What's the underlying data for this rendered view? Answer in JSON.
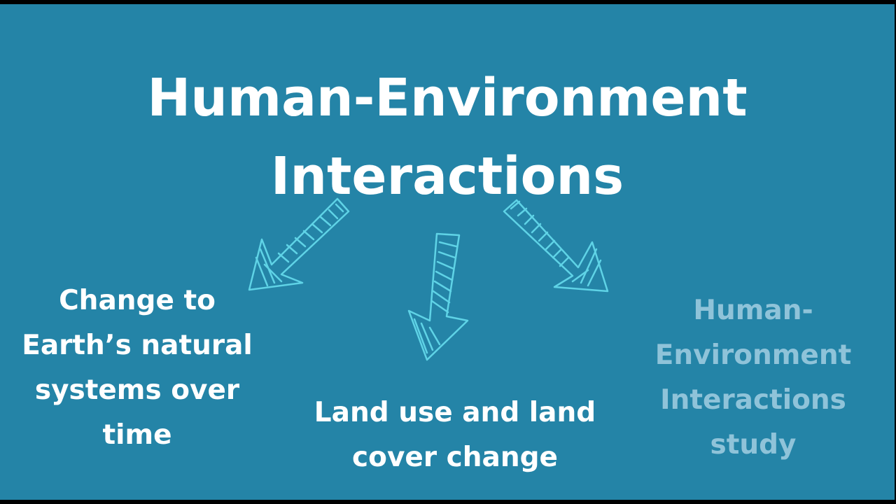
{
  "title": {
    "line1": "Human-Environment",
    "line2": "Interactions"
  },
  "branches": [
    {
      "line1": "Change to",
      "line2": "Earth’s natural",
      "line3": "systems over",
      "line4": "time"
    },
    {
      "line1": "Land use and land",
      "line2": "cover change"
    },
    {
      "line1": "Human-",
      "line2": "Environment",
      "line3": "Interactions",
      "line4": "study"
    }
  ],
  "colors": {
    "background": "#2484a7",
    "title_text": "#ffffff",
    "arrow_stroke": "#5fd3e6",
    "faded_text": "#8fc3d9"
  }
}
